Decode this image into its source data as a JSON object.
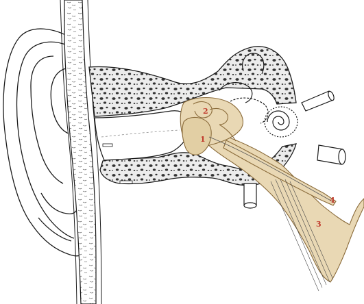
{
  "diagram": {
    "colors": {
      "line": "#1a1a1a",
      "bone_fill": "#eeeeee",
      "pore": "#333333",
      "highlight_fill": "#e9d8b4",
      "highlight_stroke": "#8a6b3a",
      "marker_text": "#c0392b"
    },
    "markers": [
      {
        "id": "1",
        "label": "1"
      },
      {
        "id": "2",
        "label": "2"
      },
      {
        "id": "3",
        "label": "3"
      },
      {
        "id": "4",
        "label": "4"
      }
    ]
  }
}
